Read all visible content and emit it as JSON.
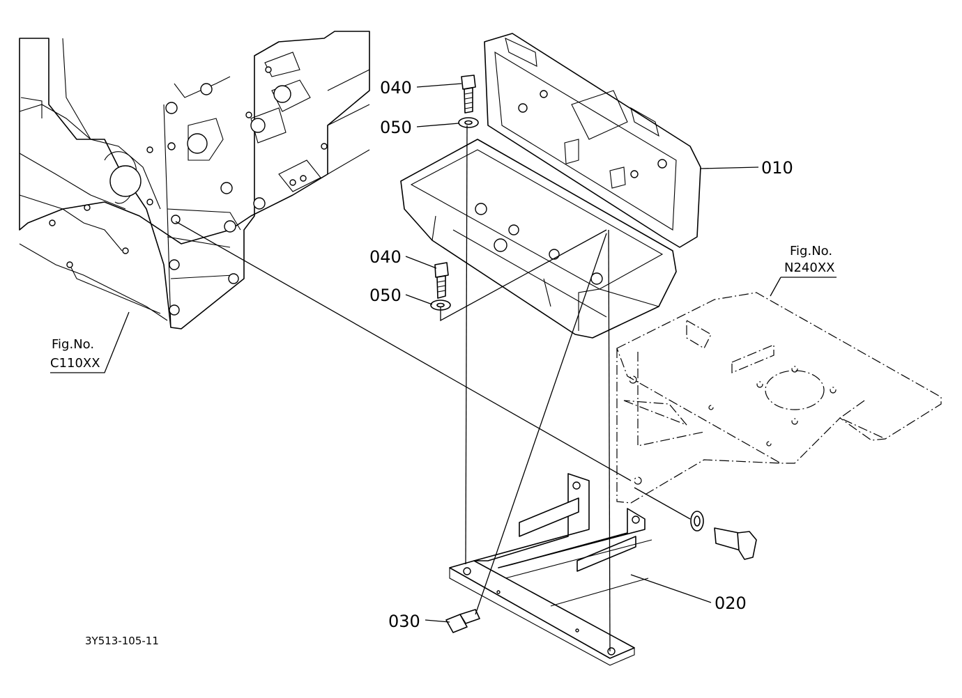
{
  "diagram": {
    "parts": [
      {
        "id": "010",
        "label": "010"
      },
      {
        "id": "020",
        "label": "020"
      },
      {
        "id": "030",
        "label": "030"
      },
      {
        "id": "040a",
        "label": "040"
      },
      {
        "id": "040b",
        "label": "040"
      },
      {
        "id": "050a",
        "label": "050"
      },
      {
        "id": "050b",
        "label": "050"
      }
    ],
    "figure_refs": [
      {
        "line1": "Fig.No.",
        "line2": "C110XX"
      },
      {
        "line1": "Fig.No.",
        "line2": "N240XX"
      }
    ],
    "drawing_code": "3Y513-105-11"
  }
}
